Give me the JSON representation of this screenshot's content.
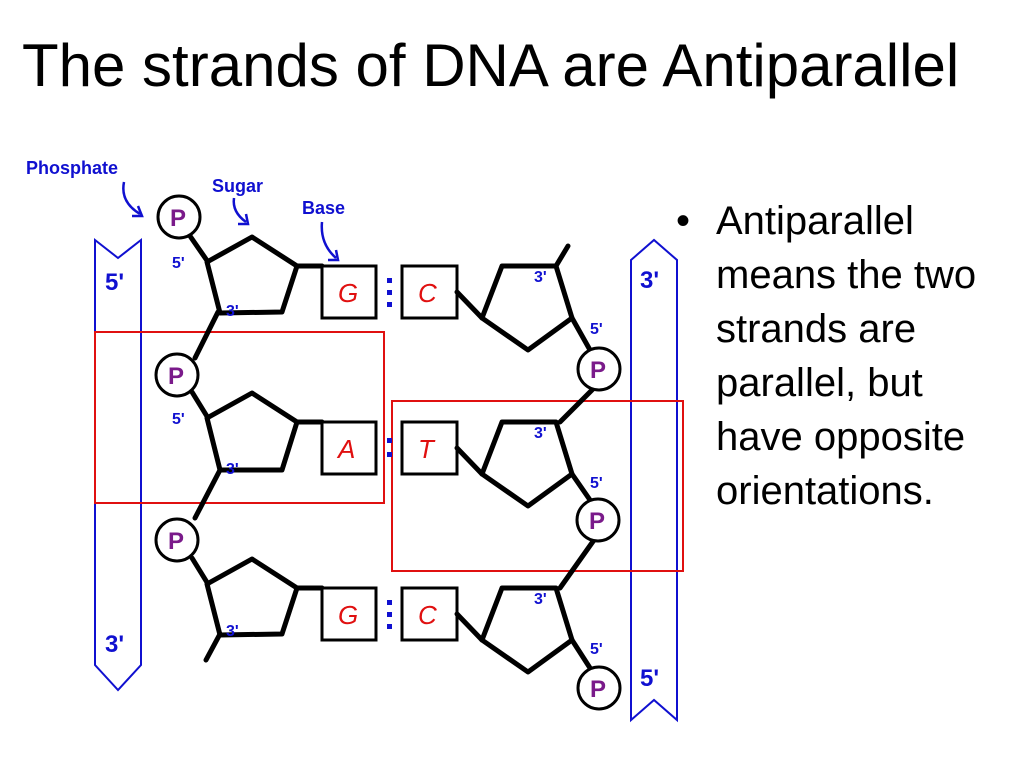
{
  "title": "The strands of DNA are Antiparallel",
  "bullets": [
    "Antiparallel means the two strands are parallel, but have opposite orientations."
  ],
  "diagram": {
    "labels": {
      "phosphate": "Phosphate",
      "sugar": "Sugar",
      "base": "Base"
    },
    "left_strand": {
      "top_end": "5'",
      "bottom_end": "3'"
    },
    "right_strand": {
      "top_end": "3'",
      "bottom_end": "5'"
    },
    "phosphate_letter": "P",
    "prime_5": "5'",
    "prime_3": "3'",
    "pairs": [
      {
        "left": "G",
        "right": "C"
      },
      {
        "left": "A",
        "right": "T"
      },
      {
        "left": "G",
        "right": "C"
      }
    ],
    "colors": {
      "label_blue": "#1010d0",
      "base_red": "#e01010",
      "phosphate_purple": "#7a1a8a",
      "highlight_box": "#e01010",
      "strand_arrow": "#1010d0"
    }
  }
}
